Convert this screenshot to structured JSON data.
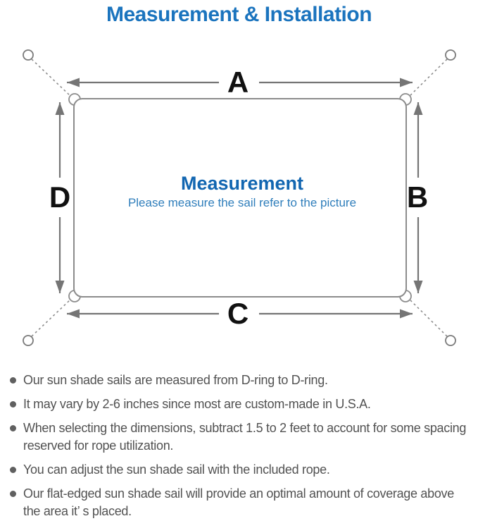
{
  "title": "Measurement & Installation",
  "diagram": {
    "label_top": "A",
    "label_right": "B",
    "label_bottom": "C",
    "label_left": "D",
    "center_heading": "Measurement",
    "center_subtitle": "Please measure the sail refer to the picture"
  },
  "notes": [
    "Our sun shade sails are measured from D-ring to D-ring.",
    "It may vary by 2-6 inches since most are custom-made in U.S.A.",
    "When selecting the dimensions, subtract 1.5 to 2 feet to account for some spacing reserved for rope utilization.",
    "You can adjust the sun shade sail with the included rope.",
    "Our flat-edged sun shade sail will provide an optimal amount of coverage above the area it’ s placed."
  ],
  "colors": {
    "title_blue": "#1B74BE",
    "heading_blue": "#1266B1",
    "subtitle_blue": "#2F7EBB",
    "body_text_gray": "#525252",
    "outline_gray": "#8C8C8C",
    "arrow_gray": "#757575",
    "label_black": "#111111"
  }
}
